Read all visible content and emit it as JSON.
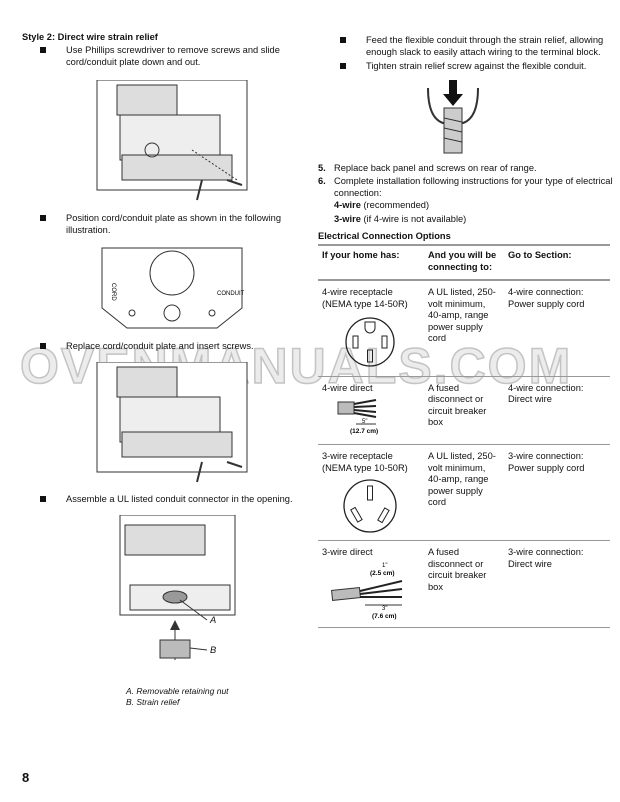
{
  "left": {
    "heading": "Style 2: Direct wire strain relief",
    "bullets": [
      "Use Phillips screwdriver to remove screws and slide cord/conduit plate down and out.",
      "Position cord/conduit plate as shown in the following illustration.",
      "Replace cord/conduit plate and insert screws.",
      "Assemble a UL listed conduit connector in the opening."
    ],
    "plate_labels": {
      "cord": "CORD",
      "conduit": "CONDUIT"
    },
    "callouts": {
      "a": "A",
      "b": "B"
    },
    "captions": [
      "A. Removable retaining nut",
      "B. Strain relief"
    ]
  },
  "right": {
    "bullets": [
      "Feed the flexible conduit through the strain relief, allowing enough slack to easily attach wiring to the terminal block.",
      "Tighten strain relief screw against the flexible conduit."
    ],
    "steps": [
      {
        "num": "5.",
        "text": "Replace back panel and screws on rear of range."
      },
      {
        "num": "6.",
        "text": "Complete installation following instructions for your type of electrical connection:"
      }
    ],
    "options": [
      {
        "bold": "4-wire",
        "rest": " (recommended)"
      },
      {
        "bold": "3-wire",
        "rest": " (if 4-wire is not available)"
      }
    ],
    "table_title": "Electrical Connection Options",
    "table": {
      "headers": [
        "If your home has:",
        "And you will be connecting to:",
        "Go to Section:"
      ],
      "rows": [
        {
          "home": "4-wire receptacle (NEMA type 14-50R)",
          "connect": "A UL listed, 250-volt minimum, 40-amp, range power supply cord",
          "section": "4-wire connection: Power supply cord"
        },
        {
          "home": "4-wire direct",
          "connect": "A fused disconnect or circuit breaker box",
          "section": "4-wire connection: Direct wire",
          "dims": [
            "5\"",
            "(12.7 cm)"
          ]
        },
        {
          "home": "3-wire receptacle (NEMA type 10-50R)",
          "connect": "A UL listed, 250-volt minimum, 40-amp, range power supply cord",
          "section": "3-wire connection: Power supply cord"
        },
        {
          "home": "3-wire direct",
          "connect": "A fused disconnect or circuit breaker box",
          "section": "3-wire connection: Direct wire",
          "dims": [
            "1\"",
            "(2.5 cm)",
            "3\"",
            "(7.6 cm)"
          ]
        }
      ]
    }
  },
  "watermark": "OVENMANUALS.COM",
  "page_number": "8"
}
